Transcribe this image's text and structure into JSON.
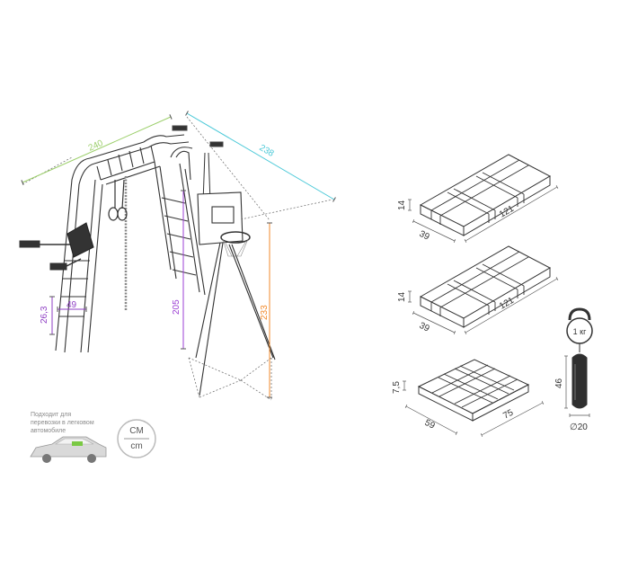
{
  "complex": {
    "width": "240",
    "depth": "238",
    "ladder_step": "26,3",
    "ladder_width": "49",
    "pull_height": "205",
    "hoop_height": "233"
  },
  "box1": {
    "height": "14",
    "width": "39",
    "length": "121"
  },
  "box2": {
    "height": "14",
    "width": "39",
    "length": "121"
  },
  "box3": {
    "height": "7,5",
    "width": "59",
    "length": "75"
  },
  "bag": {
    "weight": "1 кг",
    "height": "46",
    "diameter": "∅20"
  },
  "transport_note": [
    "Подходит для",
    "перевозки в легковом",
    "автомобиле"
  ],
  "unit_badge": {
    "top": "CM",
    "bottom": "cm"
  },
  "colors": {
    "width_dim": "#9ccf6b",
    "depth_dim": "#4cc9d8",
    "ladder_dim": "#8f3fc4",
    "pull_dim": "#9b3fd4",
    "hoop_dim": "#f28a2b",
    "car_accent": "#7ac943"
  }
}
